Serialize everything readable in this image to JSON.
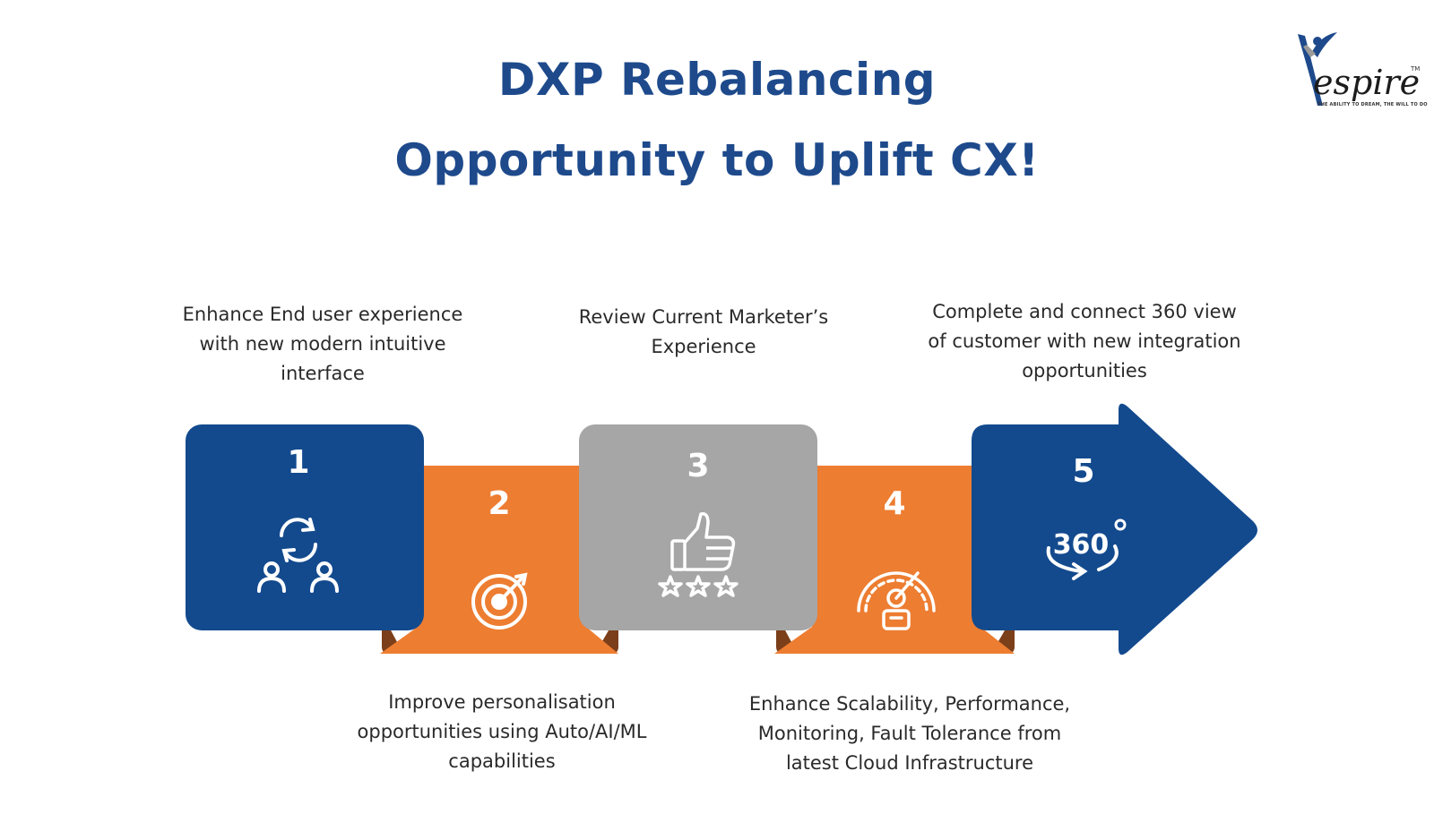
{
  "title": {
    "line1": "DXP Rebalancing",
    "line2": "Opportunity to Uplift CX!"
  },
  "logo": {
    "word": "espire",
    "trademark": "TM",
    "tagline": "THE ABILITY TO DREAM, THE WILL TO DO"
  },
  "colors": {
    "blue": "#134a8e",
    "orange": "#ed7d31",
    "orange_shadow": "#7b3f1a",
    "grey": "#a6a6a6",
    "title_blue": "#1e4a8c"
  },
  "steps": [
    {
      "number": "1",
      "text": "Enhance End user experience\nwith new modern intuitive\ninterface",
      "icon": "users-sync-icon",
      "color": "#134a8e"
    },
    {
      "number": "2",
      "text": "Improve personalisation\nopportunities using Auto/AI/ML\ncapabilities",
      "icon": "target-arrow-icon",
      "color": "#ed7d31"
    },
    {
      "number": "3",
      "text": "Review Current Marketer’s\nExperience",
      "icon": "thumbs-up-rating-icon",
      "color": "#a6a6a6"
    },
    {
      "number": "4",
      "text": "Enhance Scalability, Performance,\nMonitoring, Fault Tolerance from\nlatest Cloud Infrastructure",
      "icon": "performance-gauge-icon",
      "color": "#ed7d31"
    },
    {
      "number": "5",
      "text": "Complete and connect 360 view\nof customer with new integration\nopportunities",
      "icon": "360-view-icon",
      "icon_label": "360",
      "color": "#134a8e"
    }
  ]
}
